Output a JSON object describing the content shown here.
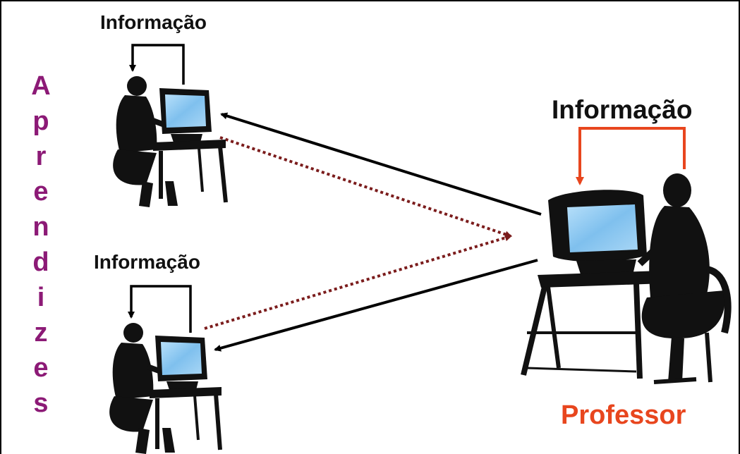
{
  "colors": {
    "line": "#000000",
    "dotted": "#7b1c1c",
    "feedback_teacher": "#e8461e",
    "learners_label": "#8c1a76",
    "professor_label": "#e8461e",
    "screen": "#8ec9f2"
  },
  "learners_label": "Aprendizes",
  "top_learner": {
    "info_label": "Informação"
  },
  "bottom_learner": {
    "info_label": "Informação"
  },
  "professor": {
    "info_label": "Informação",
    "role_label": "Professor"
  }
}
